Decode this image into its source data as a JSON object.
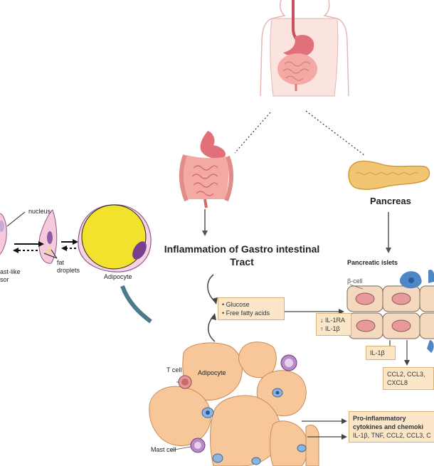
{
  "labels": {
    "nucleus": "nucleus",
    "fibroblast_like_precursor": "ast-like\nsor",
    "fat_droplets": "fat\ndroplets",
    "adipocyte_cell": "Adipocyte",
    "pancreas": "Pancreas",
    "inflammation_title": "Inflammation of Gastro intestinal\nTract",
    "pancreatic_islets": "Pancreatic islets",
    "beta_cell": "β-cell",
    "nutrients": [
      "• Glucose",
      "• Free fatty acids"
    ],
    "il1_changes": [
      "↓ IL-1RA",
      "↑ IL-1β"
    ],
    "il1b": "IL-1β",
    "chemokines_islet": "CCL2, CCL3,\nCXCL8",
    "t_cell": "T cell",
    "adipocyte_tissue": "Adipocyte",
    "mast_cell": "Mast cell",
    "proinflammatory_title": "Pro-inflammatory\ncytokines and chemoki",
    "proinflammatory_list": "IL-1β, TNF, CCL2, CCL3, C"
  },
  "colors": {
    "organ_pink": "#f4a9a5",
    "stomach": "#e2707a",
    "pancreas": "#f2c572",
    "adipocyte": "#f7c79a",
    "box_fill": "#fbe7c8",
    "yellow_fat": "#f3e22b",
    "purple_nucleus": "#7a3e8e",
    "blue_cell": "#4f86c6",
    "teal_arc": "#4d7a8a"
  }
}
